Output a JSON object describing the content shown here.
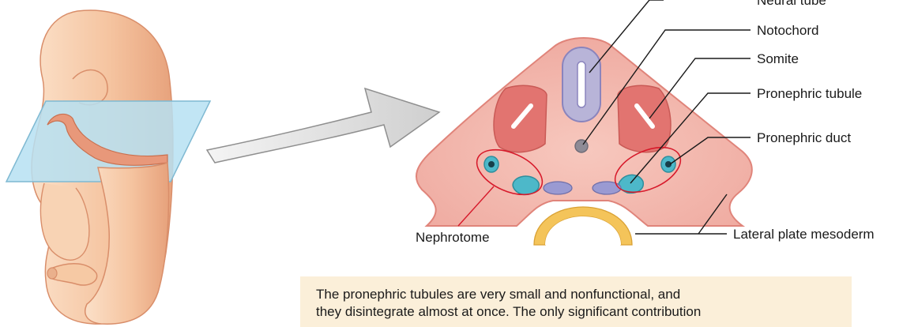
{
  "labels": {
    "neural_tube": "Neural tube",
    "notochord": "Notochord",
    "somite": "Somite",
    "pronephric_tubule": "Pronephric tubule",
    "pronephric_duct": "Pronephric duct",
    "nephrotome": "Nephrotome",
    "lateral_plate_mesoderm": "Lateral plate mesoderm"
  },
  "caption": {
    "line1": "The pronephric tubules are very small and nonfunctional, and",
    "line2": "they disintegrate almost at once. The only significant contribution"
  },
  "colors": {
    "embryo_skin": "#f6caa6",
    "section_plane": "#b6e0f2",
    "mesoderm": "#f0a6a0",
    "somite": "#e37570",
    "neural_tube": "#b8b4d8",
    "duct": "#4db8c9",
    "highlight_ring": "#d7192a",
    "caption_bg": "#fbefd9"
  }
}
